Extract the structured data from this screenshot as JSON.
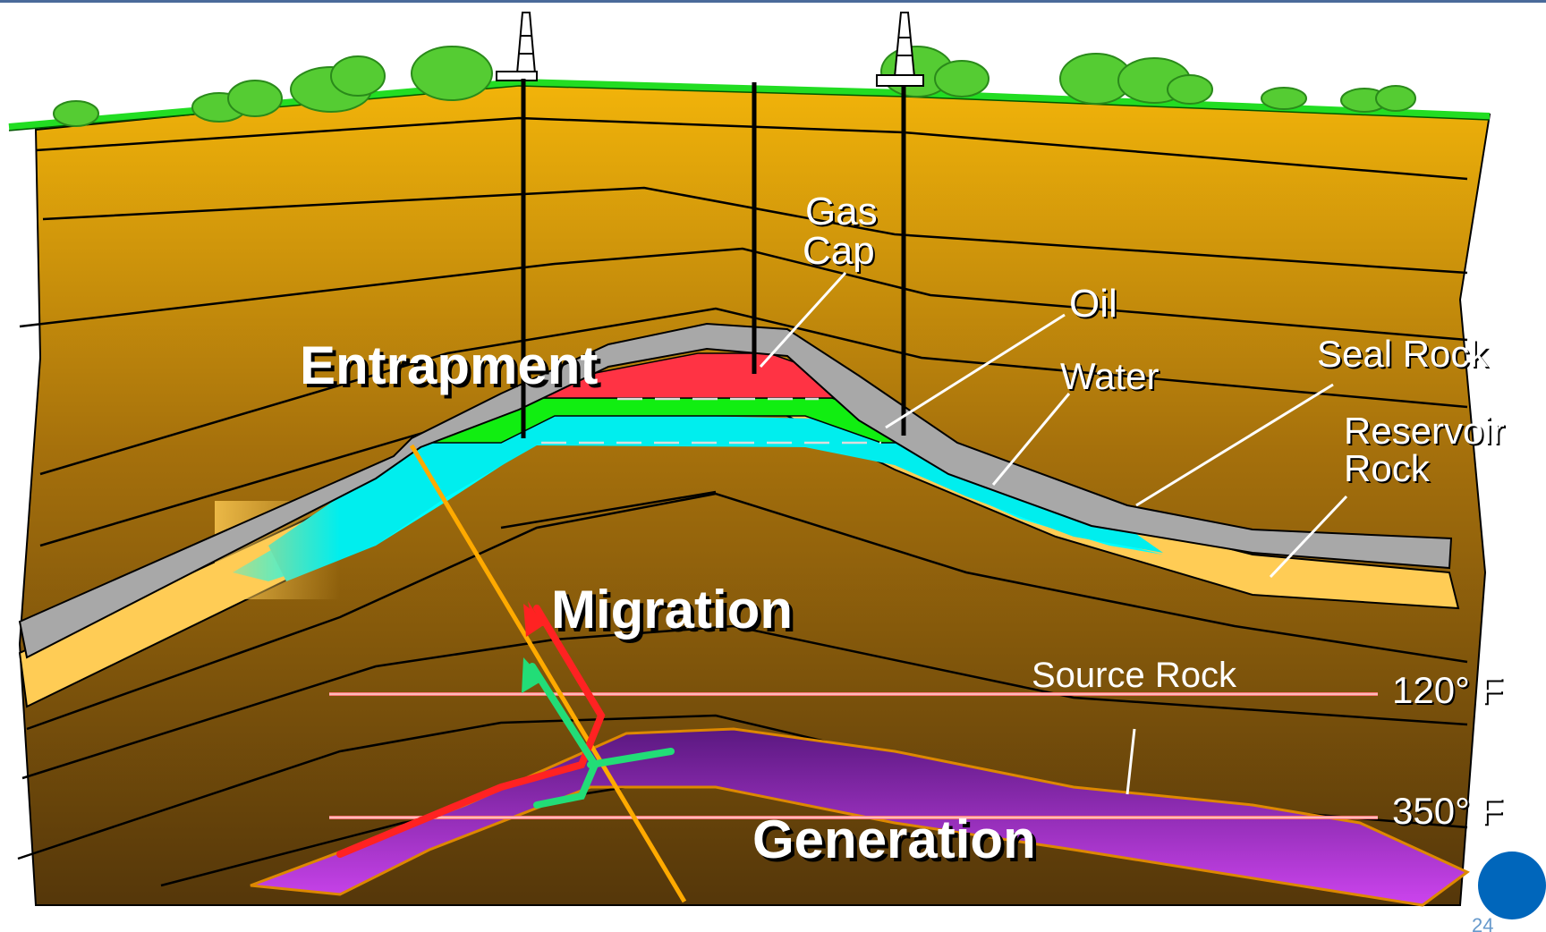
{
  "labels": {
    "entrapment": "Entrapment",
    "migration": "Migration",
    "generation": "Generation",
    "gas_cap_line1": "Gas",
    "gas_cap_line2": "Cap",
    "oil": "Oil",
    "water": "Water",
    "seal_rock": "Seal Rock",
    "reservoir_line1": "Reservoir",
    "reservoir_line2": "Rock",
    "source_rock": "Source Rock",
    "temp_120": "120° F",
    "temp_350": "350° F",
    "page_number": "24"
  },
  "colors": {
    "ground_top": "#f2b40a",
    "ground_bottom": "#5a3a08",
    "grass": "#22dd22",
    "trees": "#55cc33",
    "seal_rock": "#a8a8a8",
    "reservoir": "#ffcc55",
    "water": "#00ffff",
    "oil": "#11ee11",
    "gas": "#ff3344",
    "source_rock": "#9933cc",
    "fault": "#ffaa00",
    "migration_red": "#ff2222",
    "migration_green": "#22dd77",
    "temp_line": "#ff6666",
    "page_badge": "#0066bb"
  }
}
